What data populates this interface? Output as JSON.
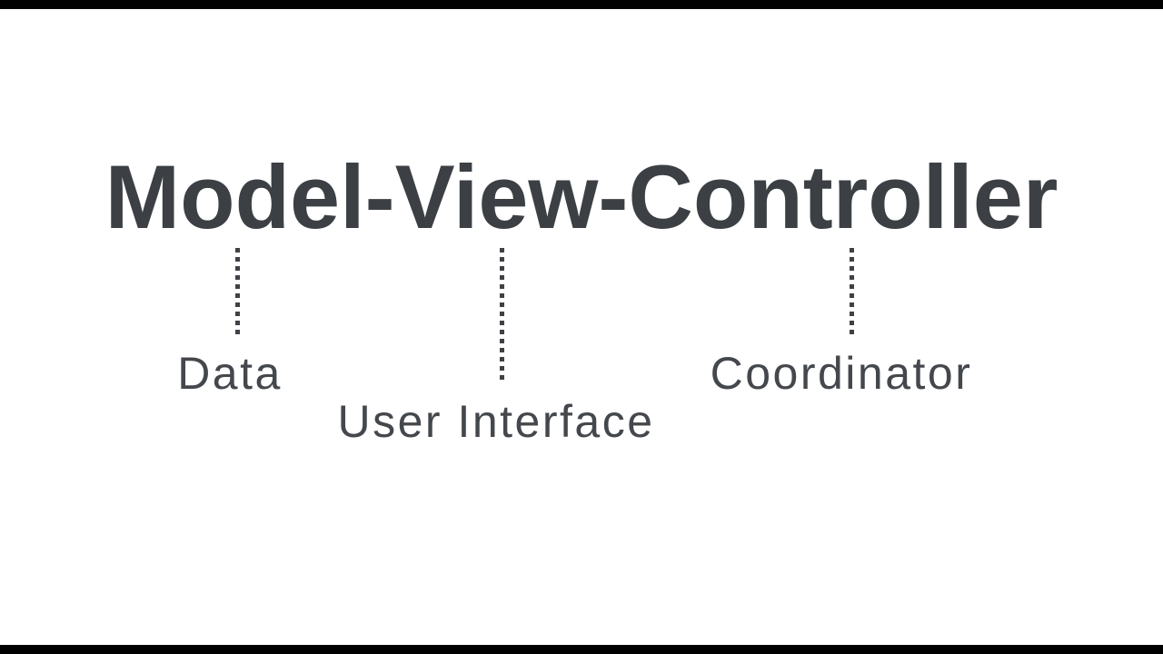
{
  "slide": {
    "title": "Model-View-Controller",
    "annotations": [
      {
        "term": "Model",
        "label": "Data"
      },
      {
        "term": "View",
        "label": "User Interface"
      },
      {
        "term": "Controller",
        "label": "Coordinator"
      }
    ],
    "colors": {
      "title_text": "#3c4044",
      "label_text": "#44484d",
      "connector_dots": "#3e4247",
      "background": "#ffffff",
      "letterbox_bar": "#000000"
    }
  }
}
